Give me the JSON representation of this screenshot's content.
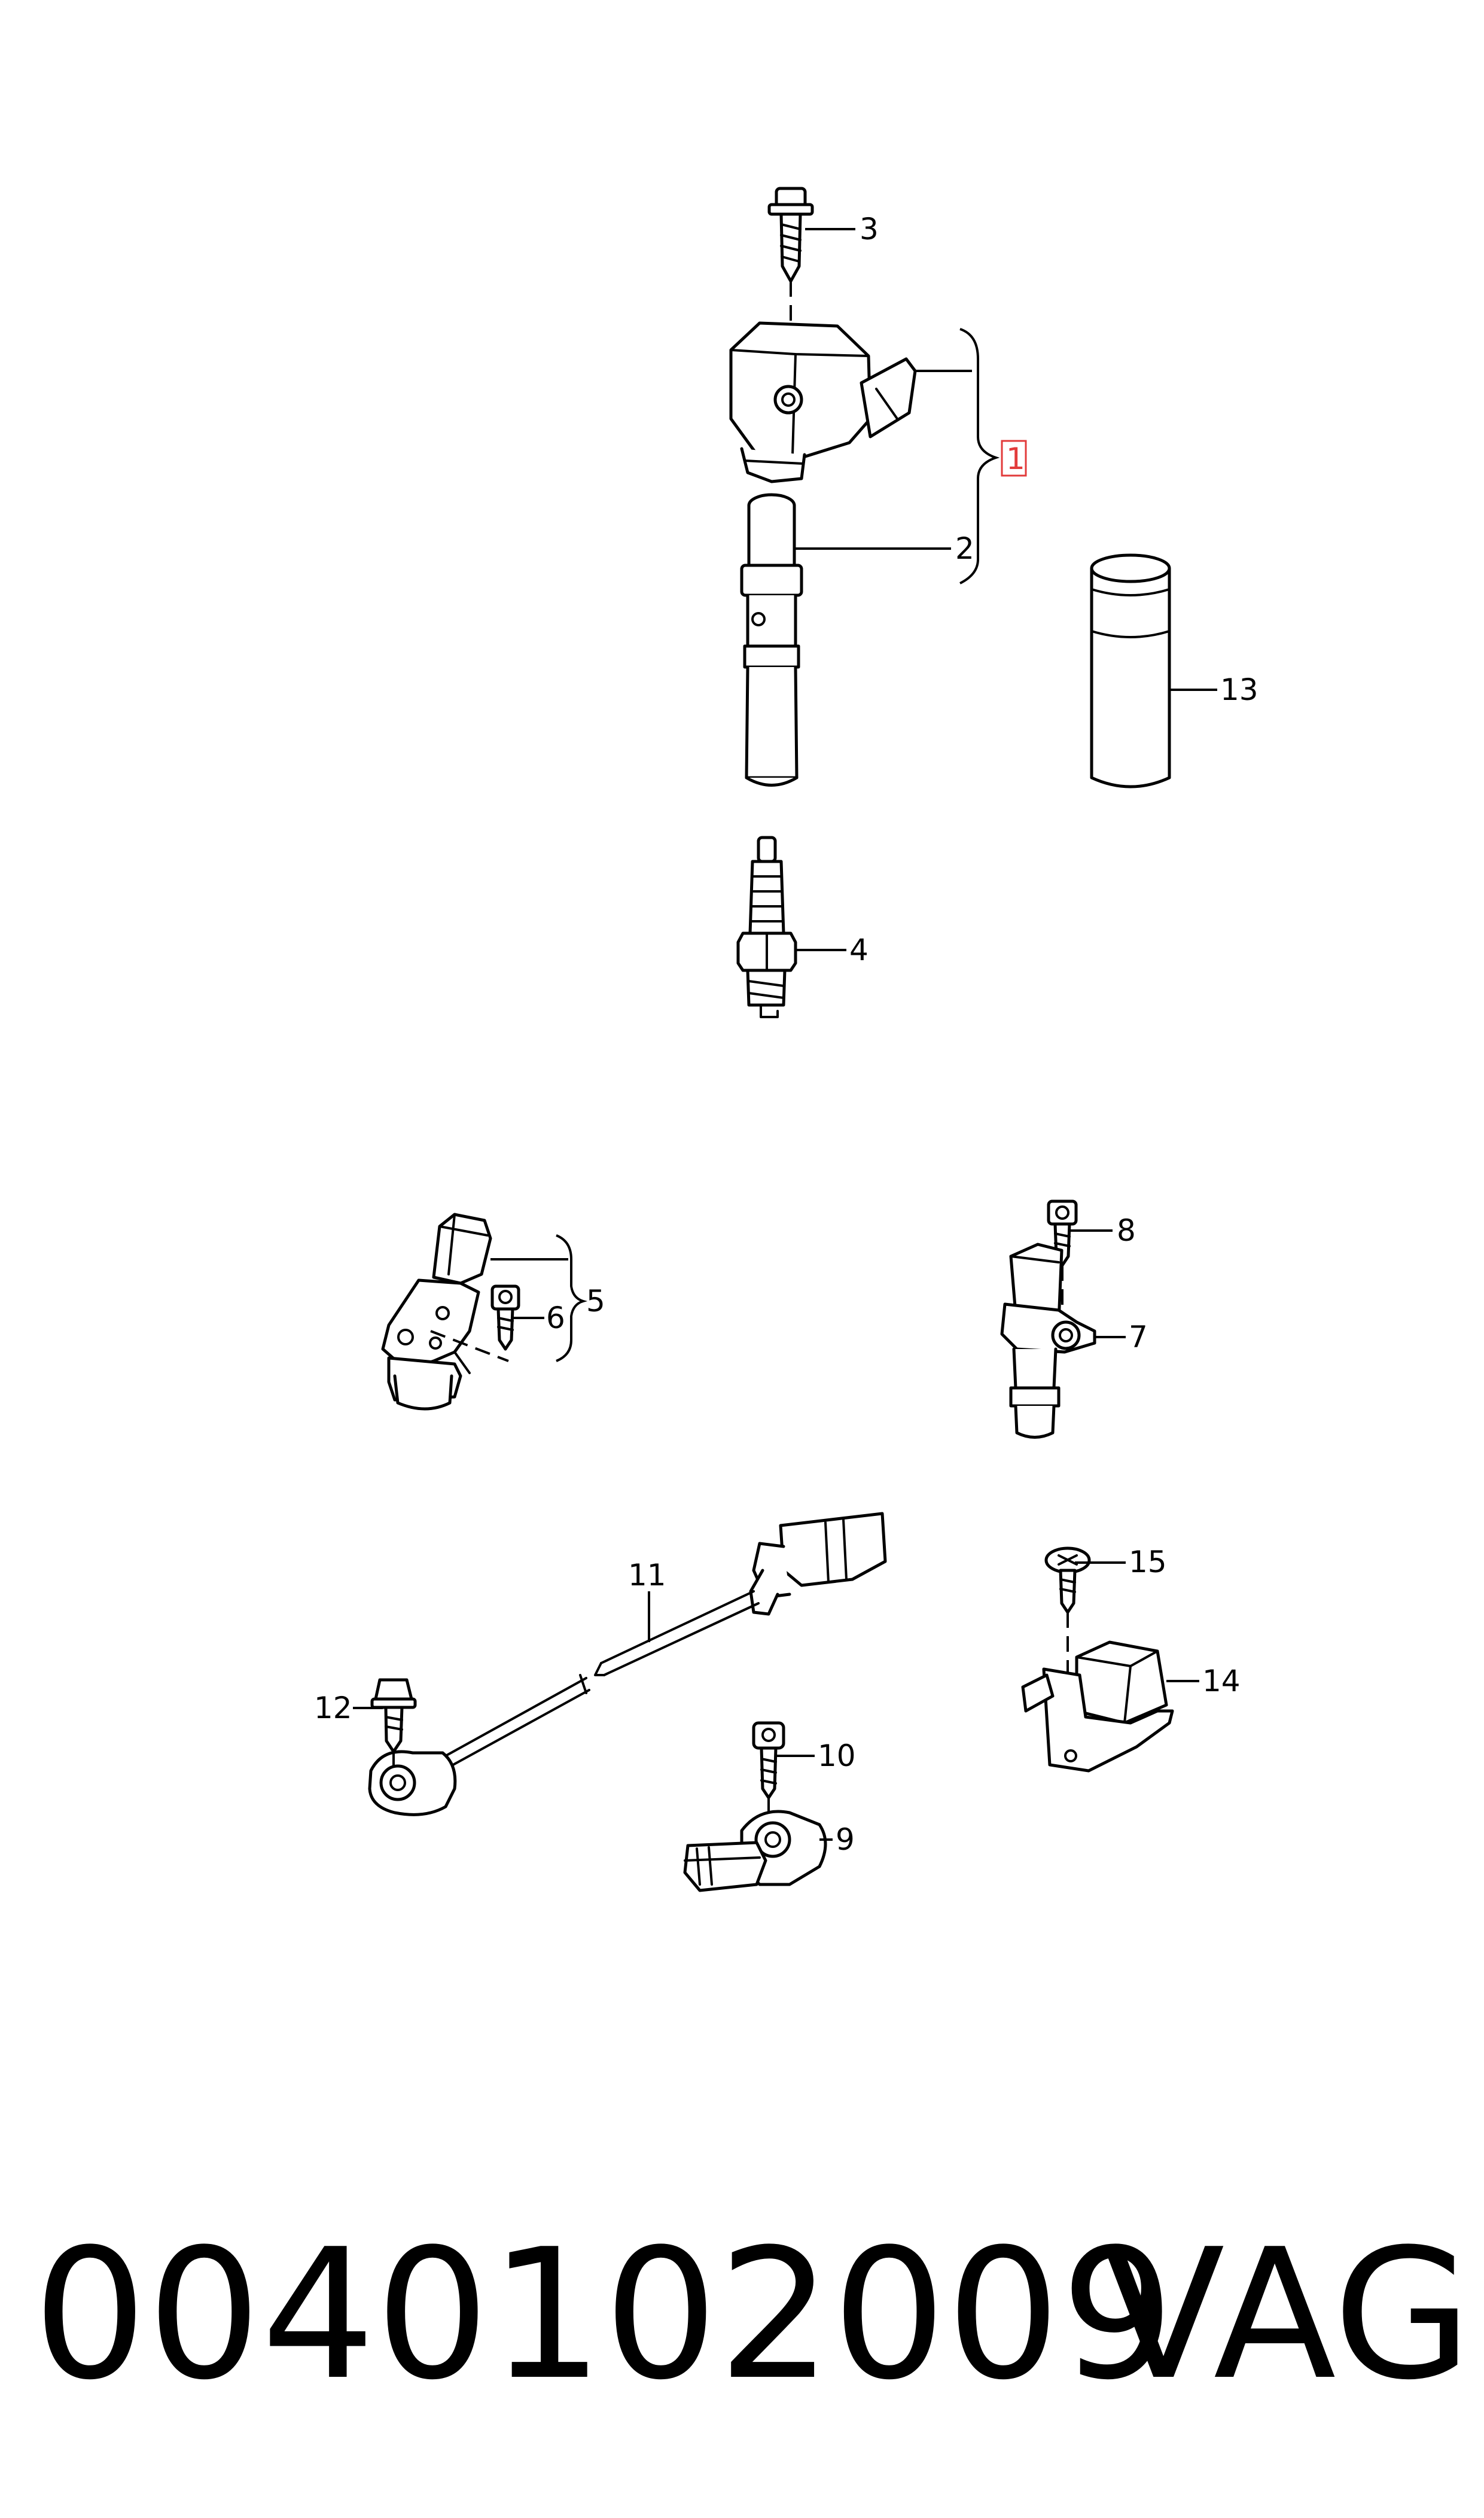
{
  "callouts": {
    "c1": "1",
    "c2": "2",
    "c3": "3",
    "c4": "4",
    "c5": "5",
    "c6": "6",
    "c7": "7",
    "c8": "8",
    "c9": "9",
    "c10": "10",
    "c11": "11",
    "c12": "12",
    "c13": "13",
    "c14": "14",
    "c15": "15"
  },
  "highlighted_callout": "1",
  "highlight_color": "#e23b3b",
  "footer": {
    "part_number": "0040102009",
    "brand": "VAG"
  }
}
